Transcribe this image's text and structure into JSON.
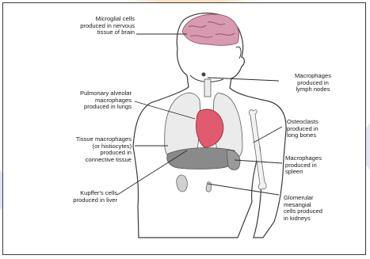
{
  "labels": {
    "microglial": "Microglial cells\nproduced in nervous\ntissue of brain",
    "pulmonary": "Pulmonary alveolar\nmacrophages\nproduced in lungs",
    "tissue": "Tissue macrophages\n(or histiocytes)\nproduced in\nconnective tissue",
    "kupffer": "Kupffer's cells\nproduced in liver",
    "lymph": "Macrophages\nproduced in\nlymph nodes",
    "osteoclasts": "Osteoclasts\nproduced in\nlong bones",
    "spleen": "Macrophages\nproduced in\nspleen",
    "glomerular": "Glomerular\nmesangial\ncells produced\nin kidneys"
  }
}
